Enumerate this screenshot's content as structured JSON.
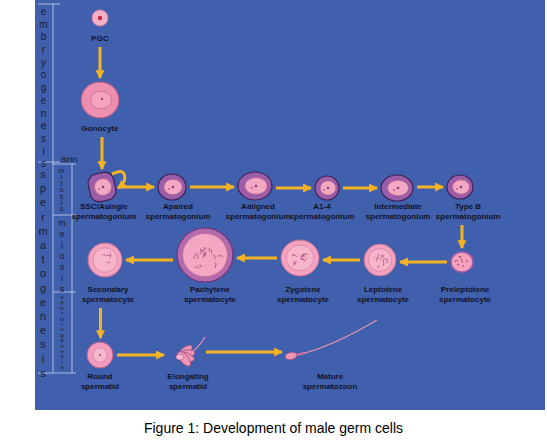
{
  "diagram": {
    "caption": "Figure 1: Development of male germ cells",
    "nodes": [
      {
        "text": [
          "PGC"
        ]
      },
      {
        "text": [
          "Gonocyte"
        ]
      },
      {
        "text": [
          "SSC/Asingle spermatogonium"
        ]
      },
      {
        "text": [
          "Apaired spermatogonium"
        ]
      },
      {
        "text": [
          "Aaligned spermatogonium"
        ]
      },
      {
        "text": [
          "A1-4 spermatogonium"
        ]
      },
      {
        "text": [
          "Intermediate spermatogonium"
        ]
      },
      {
        "text": [
          "Type B spermatogonium"
        ]
      },
      {
        "text": [
          "Preleptotene spermatocyte"
        ]
      },
      {
        "text": [
          "Leptotene spermatocyte"
        ]
      },
      {
        "text": [
          "Zygotene spermatocyte"
        ]
      },
      {
        "text": [
          "Pachytene spermatocyte"
        ]
      },
      {
        "text": [
          "Secondary spermatocyte"
        ]
      },
      {
        "text": [
          "Round spermatid"
        ]
      },
      {
        "text": [
          "Elongating spermatid"
        ]
      },
      {
        "text": [
          "Mature spermatozoon"
        ]
      }
    ],
    "edges": [
      {
        "from": 0,
        "to": 1,
        "arrow": "to"
      },
      {
        "from": 1,
        "to": 2,
        "arrow": "to"
      },
      {
        "from": 2,
        "to": 2,
        "arrow": "to"
      },
      {
        "from": 2,
        "to": 3,
        "arrow": "to"
      },
      {
        "from": 3,
        "to": 4,
        "arrow": "to"
      },
      {
        "from": 4,
        "to": 5,
        "arrow": "to"
      },
      {
        "from": 5,
        "to": 6,
        "arrow": "to"
      },
      {
        "from": 6,
        "to": 7,
        "arrow": "to"
      },
      {
        "from": 7,
        "to": 8,
        "arrow": "to"
      },
      {
        "from": 8,
        "to": 9,
        "arrow": "to"
      },
      {
        "from": 9,
        "to": 10,
        "arrow": "to"
      },
      {
        "from": 10,
        "to": 11,
        "arrow": "to"
      },
      {
        "from": 11,
        "to": 12,
        "arrow": "to"
      },
      {
        "from": 12,
        "to": 13,
        "arrow": "to"
      },
      {
        "from": 13,
        "to": 14,
        "arrow": "to"
      },
      {
        "from": 14,
        "to": 15,
        "arrow": "to"
      }
    ],
    "labels": [
      "embryogenesis",
      "Birth",
      "spermatogenesis",
      "mitosis",
      "meiosis",
      "spermiogenesis"
    ]
  }
}
